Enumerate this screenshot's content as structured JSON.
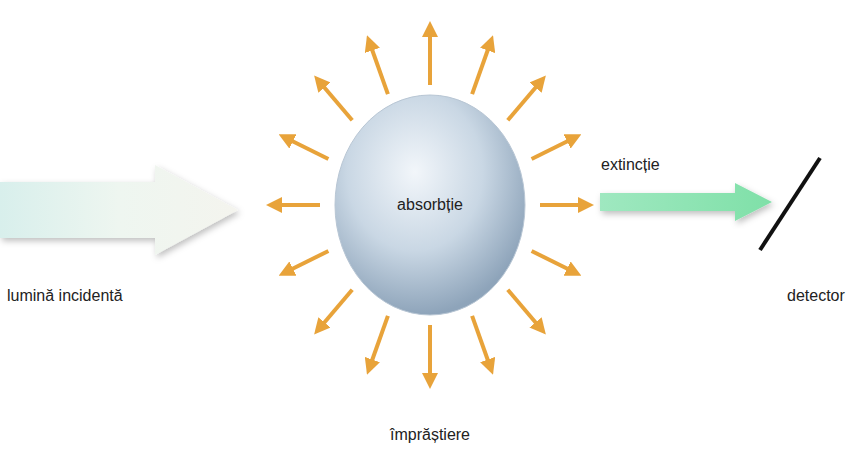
{
  "diagram": {
    "nodes": [
      {
        "text": [
          "absorbție"
        ]
      }
    ],
    "labels": [
      "lumină incidentă",
      "extincție",
      "detector",
      "împrăștiere"
    ]
  }
}
